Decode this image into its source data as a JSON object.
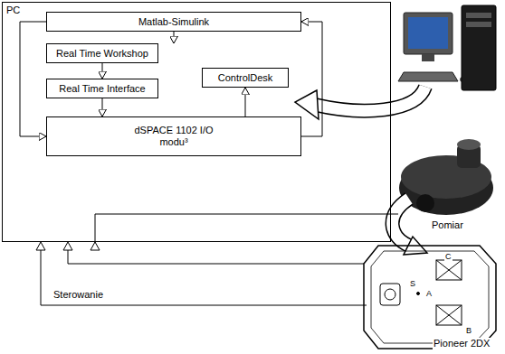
{
  "diagram": {
    "nodes": [
      {
        "text": [
          "PC"
        ]
      },
      {
        "text": [
          "Matlab-Simulink"
        ],
        "in": 0
      },
      {
        "text": [
          "Real Time Workshop"
        ],
        "in": 0
      },
      {
        "text": [
          "Real Time Interface"
        ],
        "in": 0
      },
      {
        "text": [
          "ControlDesk"
        ],
        "in": 0
      },
      {
        "text": [
          "dSPACE 1102 I/O modu³"
        ],
        "in": 0
      }
    ],
    "edges": [
      {
        "from": 1,
        "to": 2,
        "arrow": "to"
      },
      {
        "from": 2,
        "to": 3,
        "arrow": "to"
      },
      {
        "from": 3,
        "to": 5,
        "arrow": "to"
      },
      {
        "from": 1,
        "to": 5,
        "arrow": "to"
      },
      {
        "from": 5,
        "to": 1,
        "arrow": "to"
      },
      {
        "from": 5,
        "to": 4,
        "arrow": "to"
      }
    ],
    "labels": [
      "Pomiar",
      "Pioneer 2DX",
      "Sterowanie",
      "C",
      "B",
      "A",
      "S"
    ]
  }
}
